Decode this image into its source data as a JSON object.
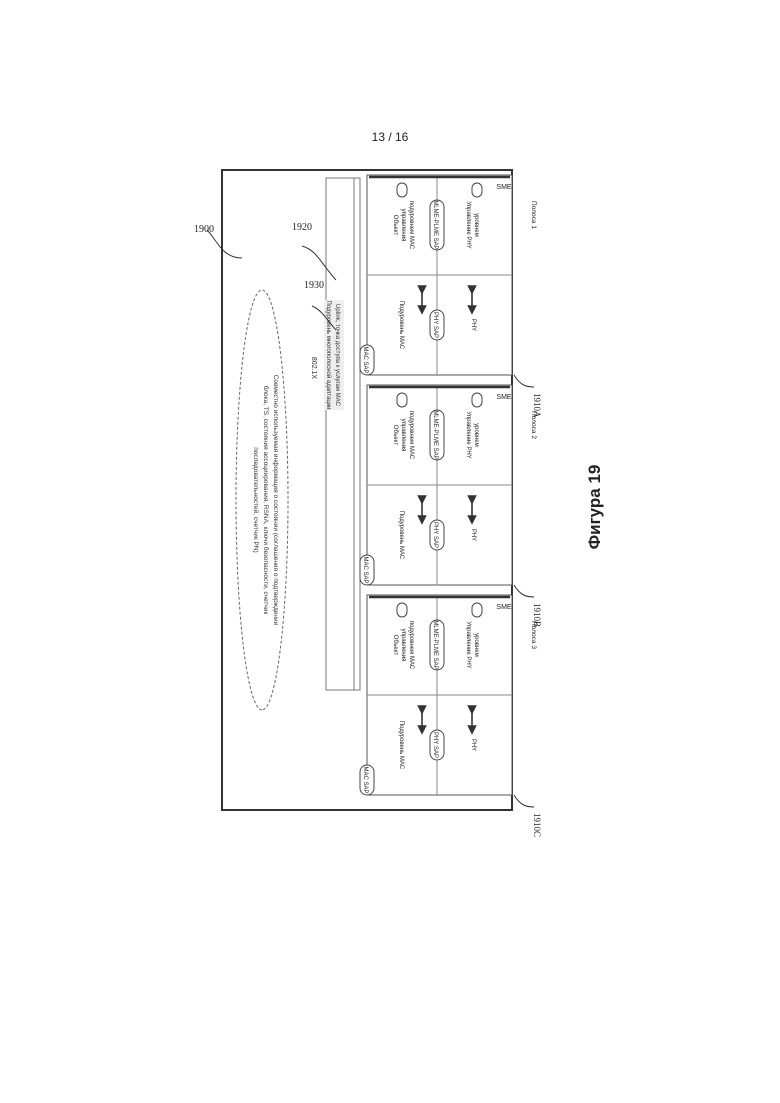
{
  "page": {
    "number": "13 / 16",
    "caption": "Фигура 19"
  },
  "diagram": {
    "outer_ref": "1900",
    "mac_conv_ref": "1920",
    "uplink_ref": "1930",
    "cloud_text": [
      "Совместно используемая информация о состоянии (соглашения о подтверждении",
      "блока, TS, состояния ассоциирования, RSNA, ключи безопасности, счетчик",
      "последовательностей, счетчик PN)"
    ],
    "dot1x": "802.1X",
    "uplink_lines": [
      "Uplink, точка доступа к услугам MAC",
      "Подуровень многополосной адаптации"
    ],
    "bands": [
      {
        "ref": "1910A",
        "label": "Полоса 1",
        "mac_sap": "MAC SAP",
        "mac_sublayer": "Подуровень MAC",
        "phy_sap": "PHY SAP",
        "phy": "PHY",
        "mlme_lines": [
          "Объект",
          "управления",
          "подуровнем MAC"
        ],
        "mlme_plme_sap": "MLME-PLME SAP",
        "phy_mgmt_lines": [
          "Управление PHY",
          "уровнем"
        ],
        "sme": "SME"
      },
      {
        "ref": "1910B",
        "label": "Полоса 2",
        "mac_sap": "MAC SAP",
        "mac_sublayer": "Подуровень MAC",
        "phy_sap": "PHY SAP",
        "phy": "PHY",
        "mlme_lines": [
          "Объект",
          "управления",
          "подуровнем MAC"
        ],
        "mlme_plme_sap": "MLME-PLME SAP",
        "phy_mgmt_lines": [
          "Управление PHY",
          "уровнем"
        ],
        "sme": "SME"
      },
      {
        "ref": "1910C",
        "label": "Полоса 3",
        "mac_sap": "MAC SAP",
        "mac_sublayer": "Подуровень MAC",
        "phy_sap": "PHY SAP",
        "phy": "PHY",
        "mlme_lines": [
          "Объект",
          "управления",
          "подуровнем MAC"
        ],
        "mlme_plme_sap": "MLME-PLME SAP",
        "phy_mgmt_lines": [
          "Управление PHY",
          "уровнем"
        ],
        "sme": "SME"
      }
    ]
  }
}
